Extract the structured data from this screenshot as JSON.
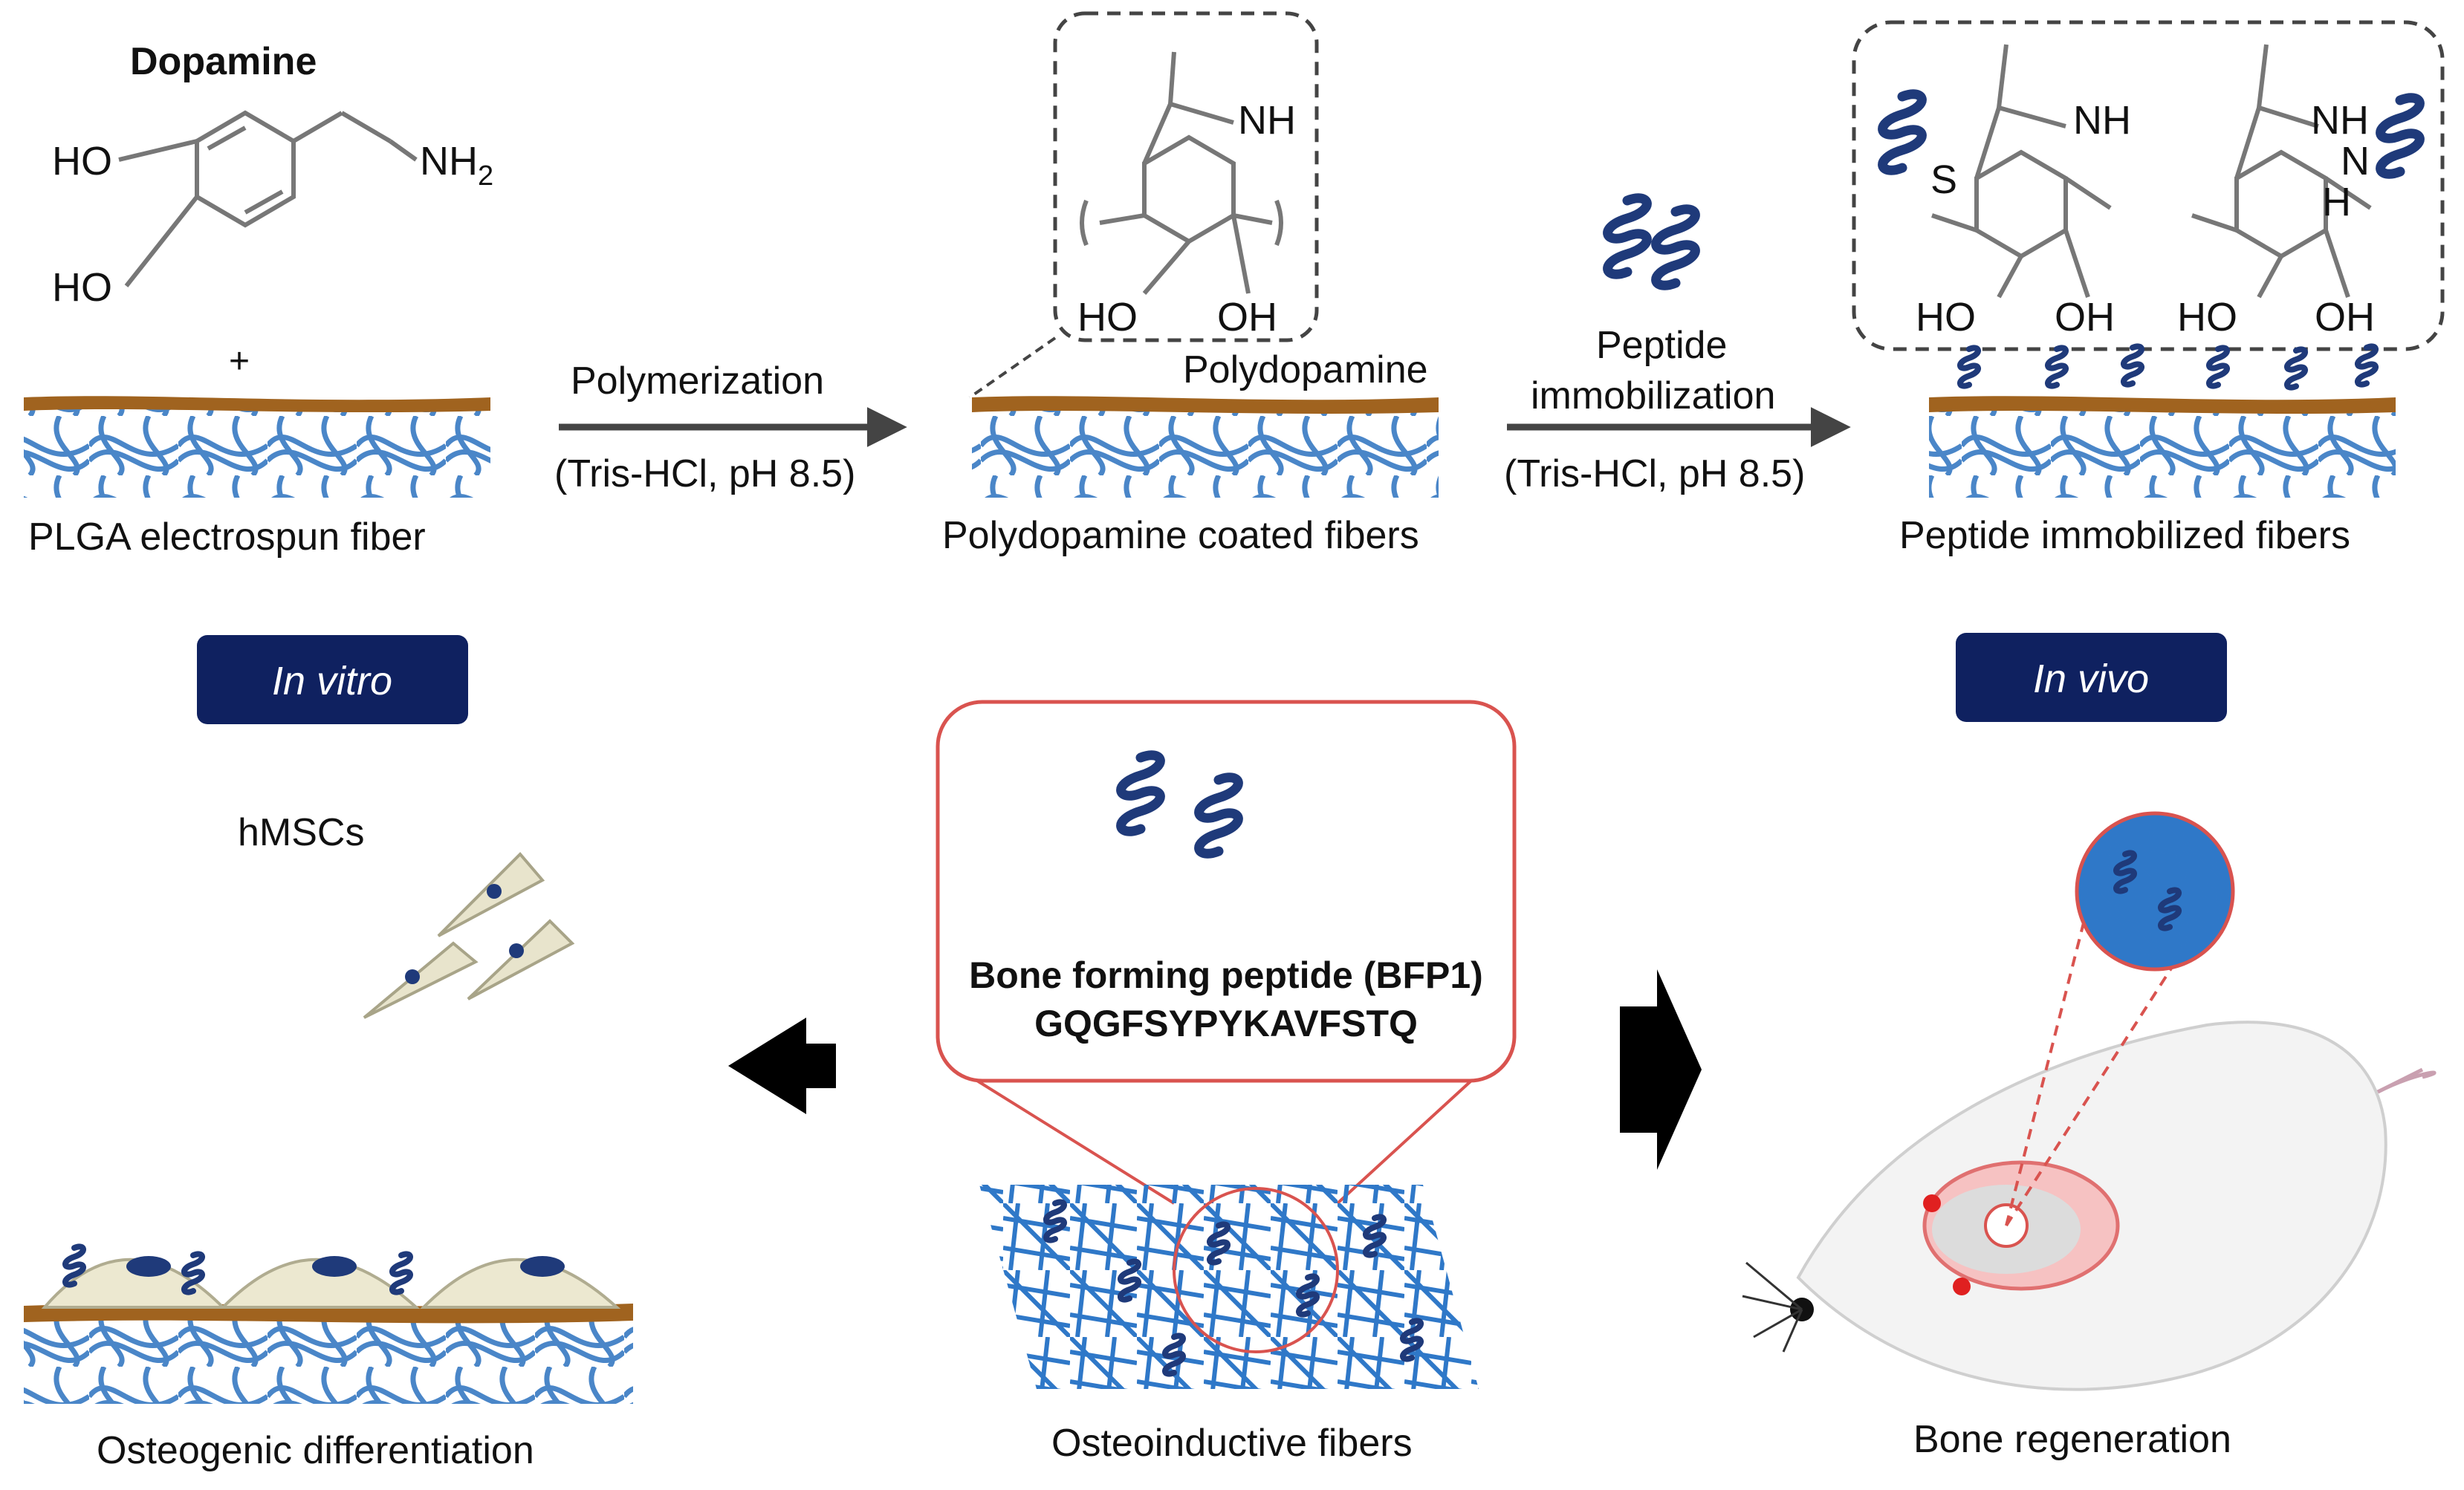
{
  "top": {
    "dopamine_title": "Dopamine",
    "ho1": "HO",
    "ho2": "HO",
    "nh2": "NH",
    "nh2_sub": "2",
    "plus": "+",
    "fiber_label": "PLGA electrospun fiber",
    "step1_line1": "Polymerization",
    "step1_line2": "(Tris-HCl, pH 8.5)",
    "pda_nh": "NH",
    "pda_ho": "HO",
    "pda_oh": "OH",
    "pda_label": "Polydopamine",
    "pda_fiber_label": "Polydopamine coated fibers",
    "step2_line1": "Peptide",
    "step2_line2": "immobilization",
    "step2_line3": "(Tris-HCl, pH 8.5)",
    "pep_nh_a": "NH",
    "pep_s": "S",
    "pep_nh_b": "NH",
    "pep_n": "N",
    "pep_h": "H",
    "pep_ho_a": "HO",
    "pep_oh_a": "OH",
    "pep_ho_b": "HO",
    "pep_oh_b": "OH",
    "pep_fiber_label": "Peptide immobilized fibers"
  },
  "bottom": {
    "in_vitro": "In vitro",
    "in_vivo": "In vivo",
    "cells_label": "hMSCs",
    "peptide_name": "Bone forming peptide (BFP1)",
    "peptide_seq": "GQGFSYPYKAVFSTQ",
    "osteoinductive_label": "Osteoinductive fibers",
    "osteogenic_label": "Osteogenic differentiation",
    "bone_label": "Bone regeneration"
  },
  "colors": {
    "fiber_blue": "#4a86c8",
    "coating_brown": "#a0631f",
    "peptide_navy": "#1f3a7a",
    "box_navy": "#0f2160",
    "callout_red": "#d9534f"
  }
}
